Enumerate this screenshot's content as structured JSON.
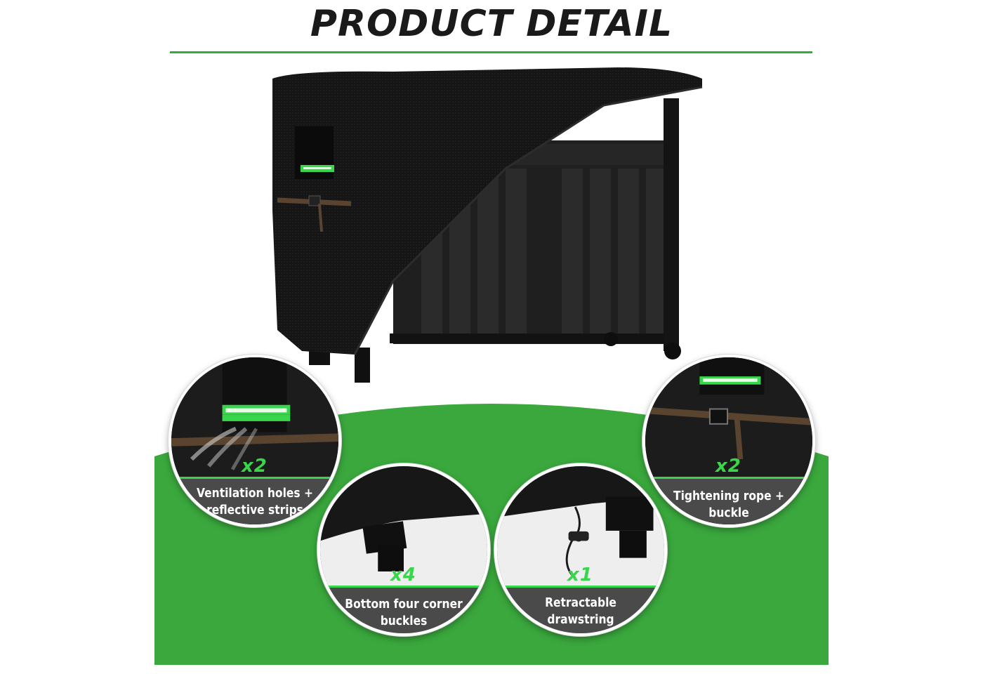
{
  "header": {
    "title": "PRODUCT DETAIL"
  },
  "colors": {
    "accent_green": "#2fae3e",
    "highlight_green": "#39d54a",
    "cover_black": "#161616",
    "caption_band": "#4a4a4a"
  },
  "features": [
    {
      "quantity": "x2",
      "label_line1": "Ventilation holes +",
      "label_line2": "reflective strips",
      "icon": "vent-icon"
    },
    {
      "quantity": "x4",
      "label_line1": "Bottom four corner",
      "label_line2": "buckles",
      "icon": "corner-buckle-icon"
    },
    {
      "quantity": "x1",
      "label_line1": "Retractable",
      "label_line2": "drawstring",
      "icon": "drawstring-icon"
    },
    {
      "quantity": "x2",
      "label_line1": "Tightening rope +",
      "label_line2": "buckle",
      "icon": "buckle-strap-icon"
    }
  ]
}
